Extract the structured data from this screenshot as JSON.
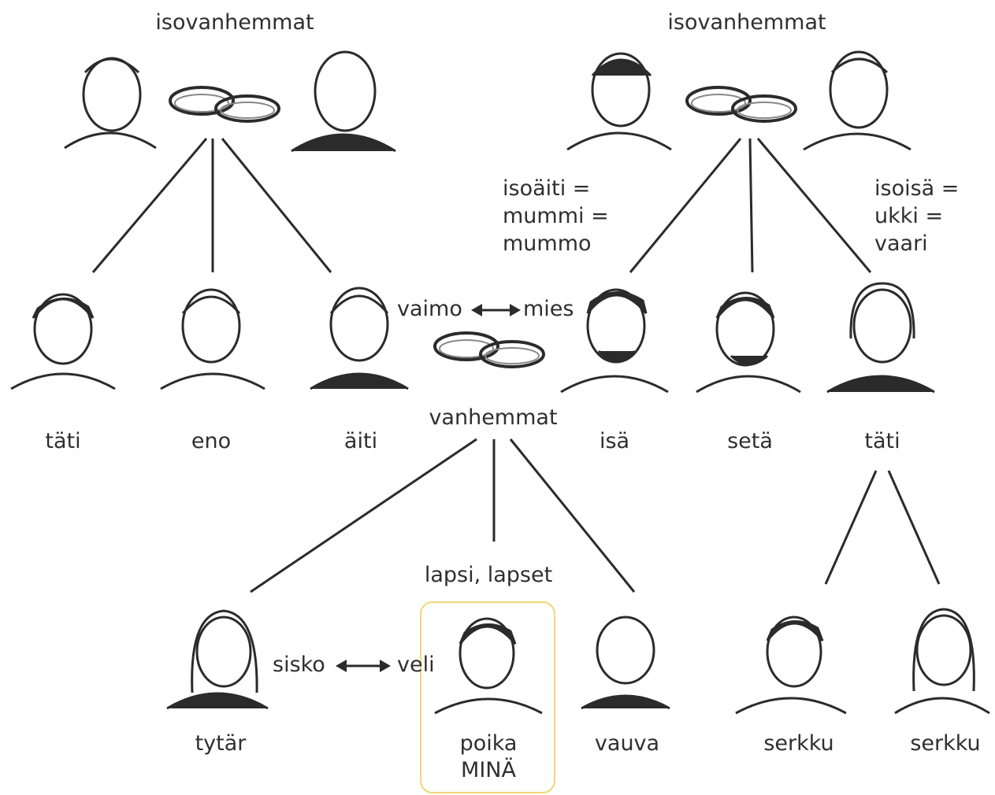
{
  "diagram": {
    "left_grandparents_label": "isovanhemmat",
    "right_grandparents_label": "isovanhemmat",
    "grandmother_label": "isoäiti =\nmummi =\nmummo",
    "grandfather_label": "isoisä =\nukki =\nvaari",
    "spouses_label_left": "vaimo",
    "spouses_label_right": "mies",
    "parents_label": "vanhemmat",
    "children_label": "lapsi, lapset",
    "siblings_label_left": "sisko",
    "siblings_label_right": "veli",
    "members": {
      "aunt_maternal": "täti",
      "uncle_maternal": "eno",
      "mother": "äiti",
      "father": "isä",
      "uncle_paternal": "setä",
      "aunt_paternal": "täti",
      "daughter": "tytär",
      "son": "poika",
      "self": "MINÄ",
      "baby": "vauva",
      "cousin_1": "serkku",
      "cousin_2": "serkku"
    },
    "colors": {
      "ink": "#2b2b2b",
      "highlight_frame": "#f2d774"
    }
  }
}
